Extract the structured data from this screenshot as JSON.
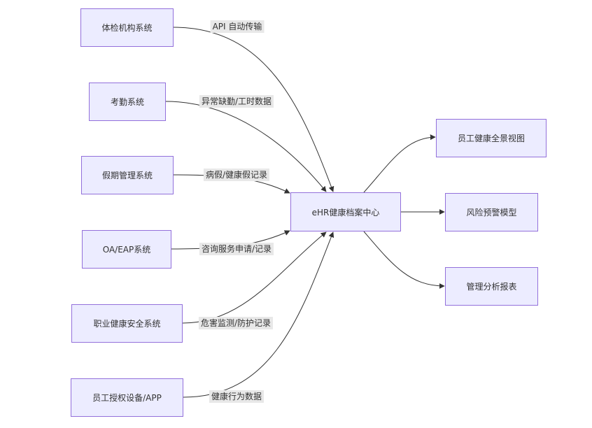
{
  "sources": [
    {
      "id": "tijian",
      "label": "体检机构系统",
      "edge_label": "API 自动传输"
    },
    {
      "id": "kaoqin",
      "label": "考勤系统",
      "edge_label": "异常缺勤/工时数据"
    },
    {
      "id": "jiaqi",
      "label": "假期管理系统",
      "edge_label": "病假/健康假记录"
    },
    {
      "id": "oa",
      "label": "OA/EAP系统",
      "edge_label": "咨询服务申请/记录"
    },
    {
      "id": "zhiye",
      "label": "职业健康安全系统",
      "edge_label": "危害监测/防护记录"
    },
    {
      "id": "device",
      "label": "员工授权设备/APP",
      "edge_label": "健康行为数据"
    }
  ],
  "hub": {
    "id": "ehr",
    "label": "eHR健康档案中心"
  },
  "outputs": [
    {
      "id": "view",
      "label": "员工健康全景视图"
    },
    {
      "id": "risk",
      "label": "风险预警模型"
    },
    {
      "id": "report",
      "label": "管理分析报表"
    }
  ],
  "colors": {
    "node_fill": "#ececff",
    "node_border": "#9370db",
    "edge": "#333333",
    "label_bg": "#e8e8e8"
  }
}
